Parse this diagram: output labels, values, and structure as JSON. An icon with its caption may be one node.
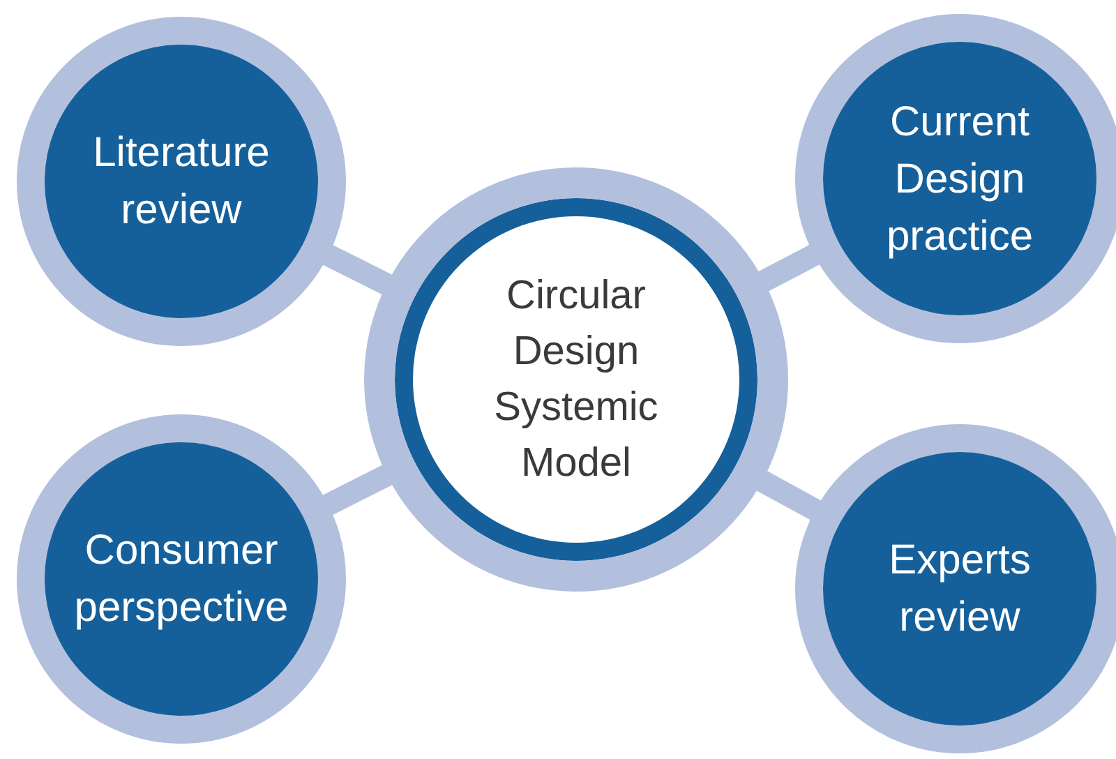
{
  "diagram": {
    "nodes": [
      {
        "text": [
          "Literature review"
        ]
      },
      {
        "text": [
          "Current Design practice"
        ]
      },
      {
        "text": [
          "Circular Design Systemic Model"
        ]
      },
      {
        "text": [
          "Consumer perspective"
        ]
      },
      {
        "text": [
          "Experts review"
        ]
      }
    ],
    "edges": [
      {
        "from": 2,
        "to": 0,
        "arrow": "none"
      },
      {
        "from": 2,
        "to": 1,
        "arrow": "none"
      },
      {
        "from": 2,
        "to": 3,
        "arrow": "none"
      },
      {
        "from": 2,
        "to": 4,
        "arrow": "none"
      }
    ]
  }
}
